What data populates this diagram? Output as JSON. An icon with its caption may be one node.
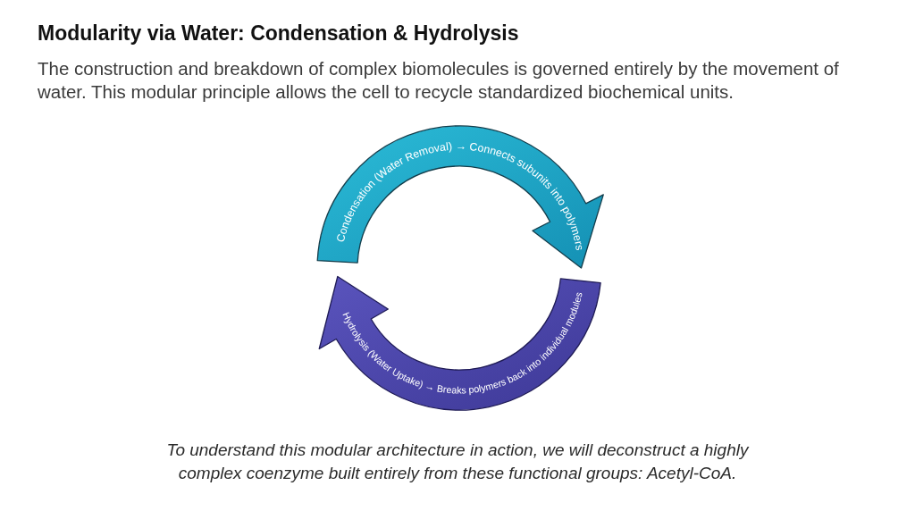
{
  "diagram": {
    "title": "Modularity via Water: Condensation & Hydrolysis",
    "nodes": [
      {
        "text": [
          "Condensation (Water Removal) → Connects subunits into polymers"
        ]
      },
      {
        "text": [
          "Hydrolysis (Water Uptake) → Breaks polymers back into individual modules"
        ]
      }
    ],
    "labels": [
      "The construction and breakdown of complex biomolecules is governed entirely by the movement of water. This modular principle allows the cell to recycle standardized biochemical units."
    ],
    "caption": "To understand this modular architecture in action, we will deconstruct a highly complex coenzyme built entirely from these functional groups: Acetyl-CoA."
  }
}
